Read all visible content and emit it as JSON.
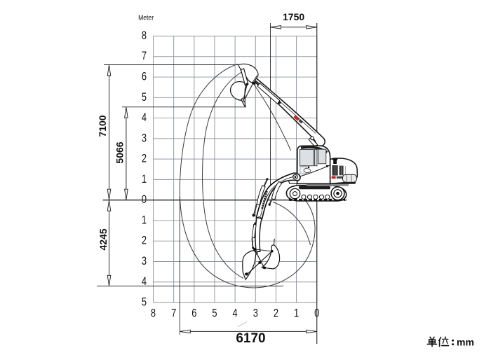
{
  "diagram": {
    "title_hint": "excavator-working-range",
    "axis_unit_label": "Meter",
    "unit_note": "单位：mm",
    "unit_note_latin": "mm",
    "y_axis_labels": [
      "8",
      "7",
      "6",
      "5",
      "4",
      "3",
      "2",
      "1",
      "0",
      "1",
      "2",
      "3",
      "4",
      "5"
    ],
    "x_axis_labels": [
      "8",
      "7",
      "6",
      "5",
      "4",
      "3",
      "2",
      "1",
      "0"
    ],
    "dimensions": {
      "top_width": "1750",
      "max_height": "7100",
      "dump_height": "5066",
      "dig_depth": "4245",
      "bottom_reach": "6170"
    },
    "colors": {
      "background": "#ffffff",
      "grid": "#9aa2a9",
      "ink": "#1c1c1c",
      "accent_red": "#c4231d"
    }
  }
}
